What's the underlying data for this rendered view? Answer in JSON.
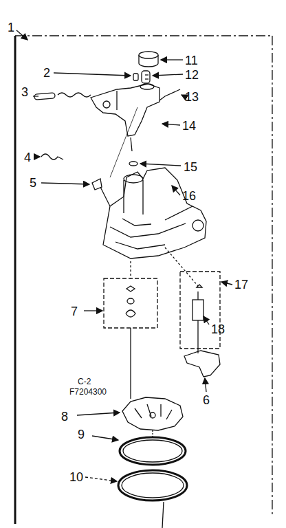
{
  "diagram": {
    "labels": [
      "1",
      "11",
      "2",
      "12",
      "3",
      "13",
      "14",
      "4",
      "15",
      "16",
      "5",
      "17",
      "7",
      "18",
      "C-2",
      "F7204300",
      "6",
      "8",
      "9",
      "10"
    ]
  }
}
